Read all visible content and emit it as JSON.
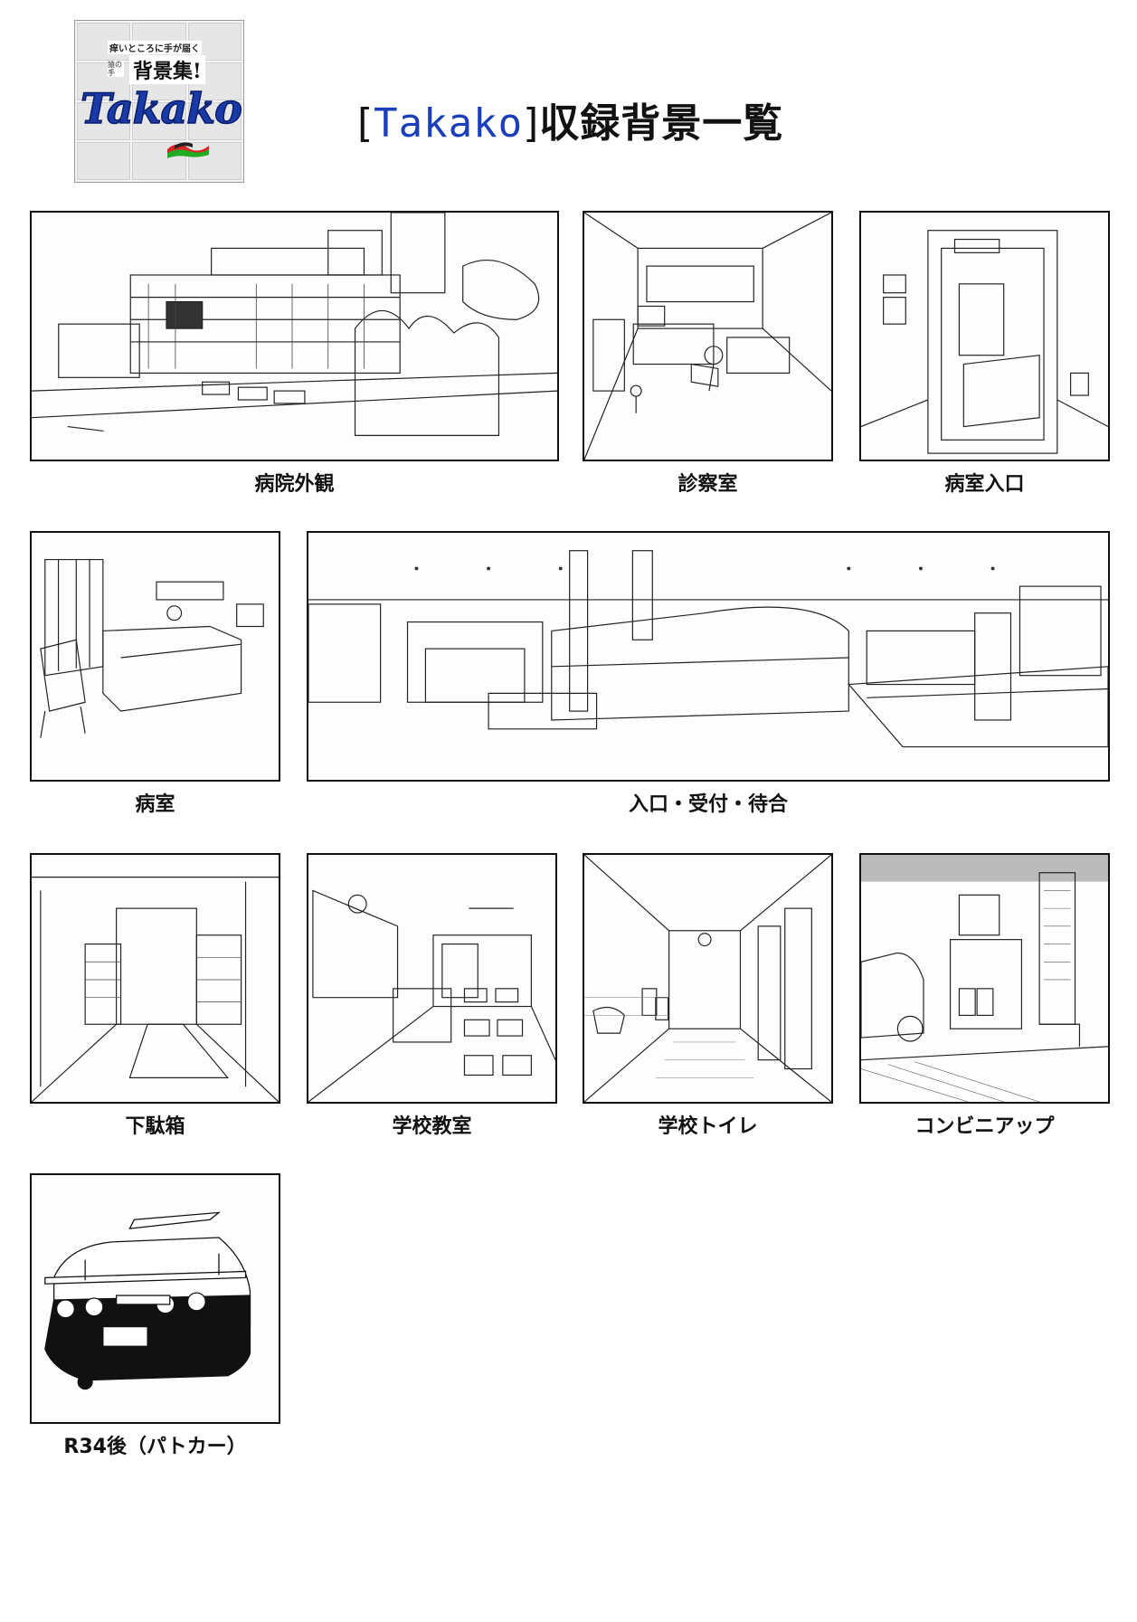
{
  "logo": {
    "tagline": "痒いところに手が届く",
    "small_text": "猿の手",
    "subtitle": "背景集!",
    "brand": "Takako"
  },
  "title": {
    "open_bracket": "[",
    "brand": "Takako",
    "close_bracket": "]",
    "text": "収録背景一覧"
  },
  "panels": [
    {
      "caption": "病院外観"
    },
    {
      "caption": "診察室"
    },
    {
      "caption": "病室入口"
    },
    {
      "caption": "病室"
    },
    {
      "caption": "入口・受付・待合"
    },
    {
      "caption": "下駄箱"
    },
    {
      "caption": "学校教室"
    },
    {
      "caption": "学校トイレ"
    },
    {
      "caption": "コンビニアップ"
    },
    {
      "caption": "R34後（パトカー）"
    }
  ]
}
